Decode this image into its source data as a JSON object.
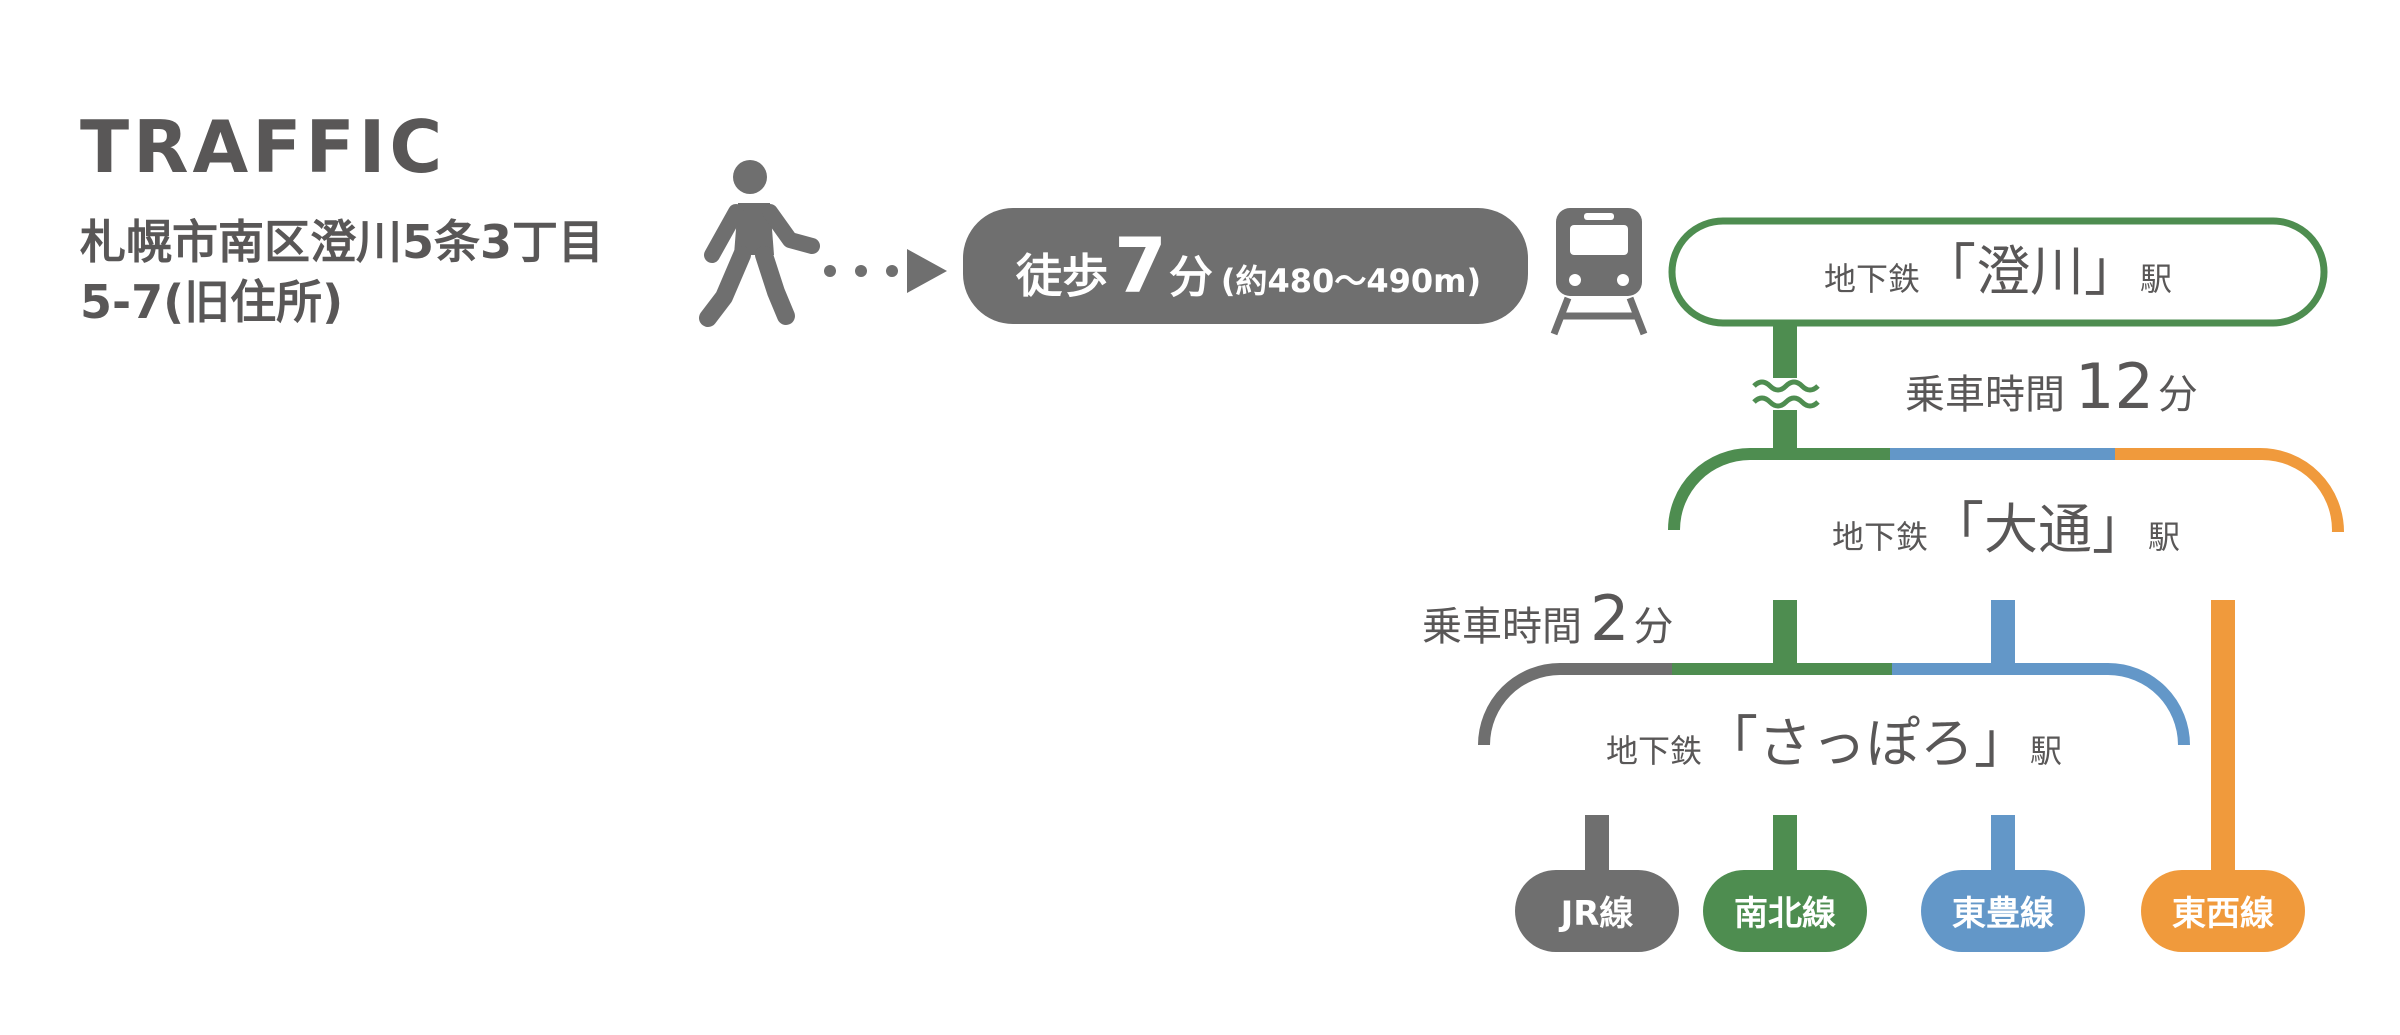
{
  "header": {
    "title": "TRAFFIC",
    "address_line1": "札幌市南区澄川5条3丁目",
    "address_line2": "5-7(旧住所)"
  },
  "walk": {
    "prefix": "徒歩",
    "minutes": "7",
    "unit": "分",
    "distance": "(約480〜490m)"
  },
  "stations": {
    "sumikawa": {
      "prefix": "地下鉄",
      "name": "澄川",
      "suffix": "駅"
    },
    "odori": {
      "prefix": "地下鉄",
      "name": "大通",
      "suffix": "駅"
    },
    "sapporo": {
      "prefix": "地下鉄",
      "name": "さっぽろ",
      "suffix": "駅"
    }
  },
  "rides": {
    "first": {
      "label": "乗車時間",
      "minutes": "12",
      "unit": "分"
    },
    "second": {
      "label": "乗車時間",
      "minutes": "2",
      "unit": "分"
    }
  },
  "lines": {
    "jr": {
      "label": "JR線"
    },
    "nanboku": {
      "label": "南北線"
    },
    "toho": {
      "label": "東豊線"
    },
    "tozai": {
      "label": "東西線"
    }
  },
  "colors": {
    "text": "#595757",
    "gray": "#6f6f6f",
    "green": "#4e8d50",
    "blue": "#6397c8",
    "orange": "#f09a3c",
    "white": "#ffffff"
  }
}
